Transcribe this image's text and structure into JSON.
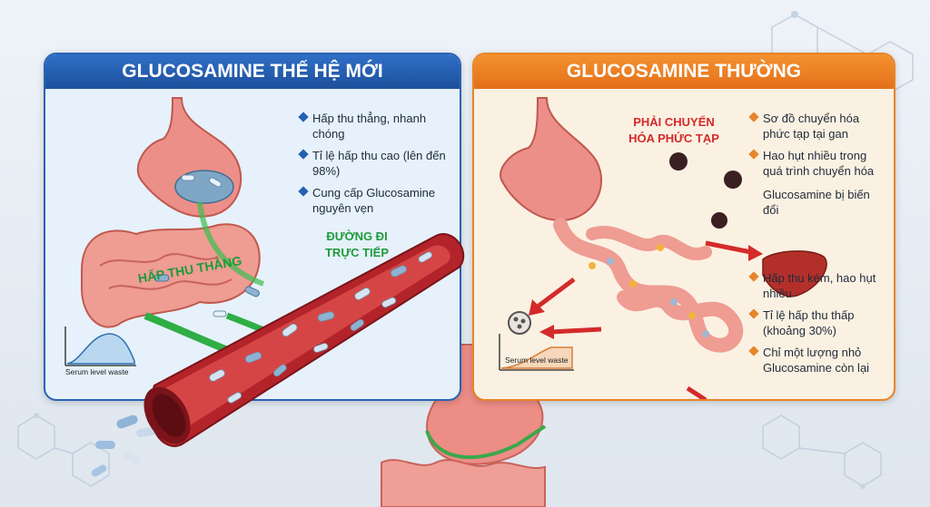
{
  "left_panel": {
    "title": "GLUCOSAMINE THẾ HỆ MỚI",
    "bullets": [
      "Hấp thu thẳng, nhanh chóng",
      "Tỉ lệ hấp thu cao (lên đến 98%)",
      "Cung cấp Glucosamine nguyên vẹn"
    ],
    "direct_path_label_1": "ĐƯỜNG ĐI",
    "direct_path_label_2": "TRỰC TIẾP",
    "direct_absorb_label": "HẤP THU THẲNG",
    "graph_caption": "Serum level waste"
  },
  "right_panel": {
    "title": "GLUCOSAMINE THƯỜNG",
    "complex_label_1": "PHẢI CHUYỂN",
    "complex_label_2": "HÓA PHỨC TẠP",
    "bullets_top": [
      "Sơ đồ chuyển hóa phức tạp tại gan",
      "Hao hụt nhiều trong quá trình chuyển hóa"
    ],
    "transformed_note": "Glucosamine bị biến đổi",
    "bullets_bottom": [
      "Hấp thu kém, hao hụt nhiều",
      "Tỉ lệ hấp thu thấp (khoảng 30%)",
      "Chỉ một lượng nhỏ Glucosamine còn lại"
    ],
    "graph_caption": "Serum level waste"
  },
  "colors": {
    "left_accent": "#2a62b4",
    "right_accent": "#e8842a",
    "direct_label": "#1f9a3a",
    "complex_label": "#d42a2a"
  }
}
